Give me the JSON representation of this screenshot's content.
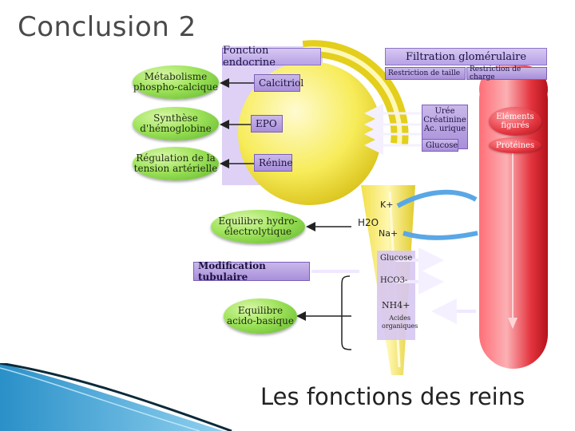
{
  "title": "Conclusion 2",
  "caption": "Les fonctions des reins",
  "headers": {
    "endocrine": "Fonction endocrine",
    "filtration": "Filtration glomérulaire",
    "size_restriction": "Restriction de taille",
    "charge_restriction": "Restriction de charge"
  },
  "endocrine_products": [
    "Calcitriol",
    "EPO",
    "Rénine"
  ],
  "functions": [
    {
      "line1": "Métabolisme",
      "line2": "phospho-calcique"
    },
    {
      "line1": "Synthèse",
      "line2": "d'hémoglobine"
    },
    {
      "line1": "Régulation de la",
      "line2": "tension artérielle"
    },
    {
      "line1": "Equilibre hydro-",
      "line2": "électrolytique"
    },
    {
      "line1": "Equilibre",
      "line2": "acido-basique"
    }
  ],
  "filtered": {
    "uree": "Urée",
    "creatinine": "Créatinine",
    "ac_urique": "Ac. urique",
    "glucose": "Glucose"
  },
  "blood_elements": {
    "line1": "Eléments",
    "line2": "figurés",
    "proteins": "Protéines"
  },
  "tubular": {
    "label": "Modification tubulaire",
    "k": "K+",
    "h2o": "H2O",
    "na": "Na+",
    "glucose": "Glucose",
    "hco3": "HCO3-",
    "nh4": "NH4+",
    "acids_line1": "Acides",
    "acids_line2": "organiques"
  },
  "colors": {
    "accent_purple": "#a98fd9",
    "green": "#9ee35a",
    "red": "#e4353f",
    "yellow": "#f5e640"
  }
}
